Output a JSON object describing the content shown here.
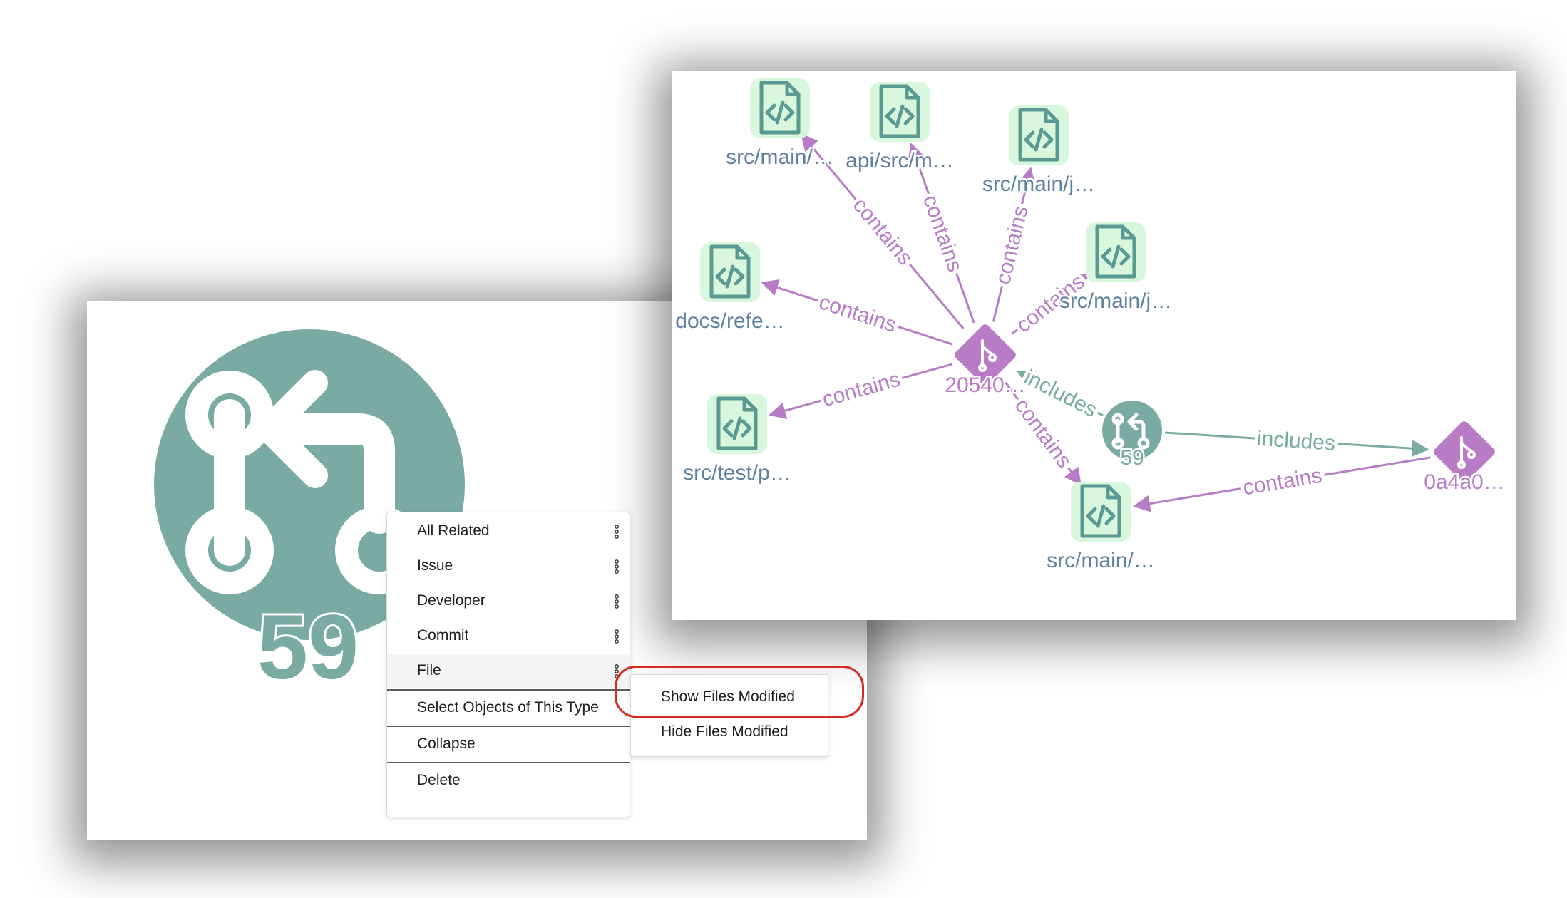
{
  "colors": {
    "pr_node": "#7aaba3",
    "commit_node": "#b87cc7",
    "file_node_bg": "#d9f7dc",
    "file_icon": "#5b9a92",
    "label_text": "#5e7f9f",
    "contains_edge": "#b87cc7",
    "includes_edge": "#7aaba3",
    "highlight": "#d52b23"
  },
  "zoomed_node": {
    "icon": "pull-request-icon",
    "label": "59"
  },
  "context_menu": {
    "items": [
      {
        "label": "All Related",
        "has_submenu": true
      },
      {
        "label": "Issue",
        "has_submenu": true
      },
      {
        "label": "Developer",
        "has_submenu": true
      },
      {
        "label": "Commit",
        "has_submenu": true
      },
      {
        "label": "File",
        "has_submenu": true,
        "hovered": true
      }
    ],
    "actions": [
      {
        "label": "Select Objects of This Type"
      },
      {
        "label": "Collapse"
      },
      {
        "label": "Delete"
      }
    ]
  },
  "submenu": {
    "items": [
      {
        "label": "Show Files Modified",
        "highlighted": true
      },
      {
        "label": "Hide Files Modified"
      }
    ]
  },
  "graph": {
    "nodes": [
      {
        "id": "f1",
        "type": "file",
        "icon": "code-file-icon",
        "label": "src/main/…"
      },
      {
        "id": "f2",
        "type": "file",
        "icon": "code-file-icon",
        "label": "api/src/m…"
      },
      {
        "id": "f3",
        "type": "file",
        "icon": "code-file-icon",
        "label": "src/main/j…"
      },
      {
        "id": "f4",
        "type": "file",
        "icon": "code-file-icon",
        "label": "src/main/j…"
      },
      {
        "id": "f5",
        "type": "file",
        "icon": "code-file-icon",
        "label": "docs/refe…"
      },
      {
        "id": "f6",
        "type": "file",
        "icon": "code-file-icon",
        "label": "src/test/p…"
      },
      {
        "id": "f7",
        "type": "file",
        "icon": "code-file-icon",
        "label": "src/main/…"
      },
      {
        "id": "c1",
        "type": "commit",
        "icon": "commit-icon",
        "label": "20540…"
      },
      {
        "id": "c2",
        "type": "commit",
        "icon": "commit-icon",
        "label": "0a4a0…"
      },
      {
        "id": "pr",
        "type": "pull_request",
        "icon": "pull-request-icon",
        "label": "59"
      }
    ],
    "edges": [
      {
        "from": "c1",
        "to": "f1",
        "label": "contains"
      },
      {
        "from": "c1",
        "to": "f2",
        "label": "contains"
      },
      {
        "from": "c1",
        "to": "f3",
        "label": "contains"
      },
      {
        "from": "c1",
        "to": "f4",
        "label": "contains"
      },
      {
        "from": "c1",
        "to": "f5",
        "label": "contains"
      },
      {
        "from": "c1",
        "to": "f6",
        "label": "contains"
      },
      {
        "from": "c1",
        "to": "f7",
        "label": "contains"
      },
      {
        "from": "c2",
        "to": "f7",
        "label": "contains"
      },
      {
        "from": "pr",
        "to": "c1",
        "label": "includes"
      },
      {
        "from": "pr",
        "to": "c2",
        "label": "includes"
      }
    ]
  }
}
